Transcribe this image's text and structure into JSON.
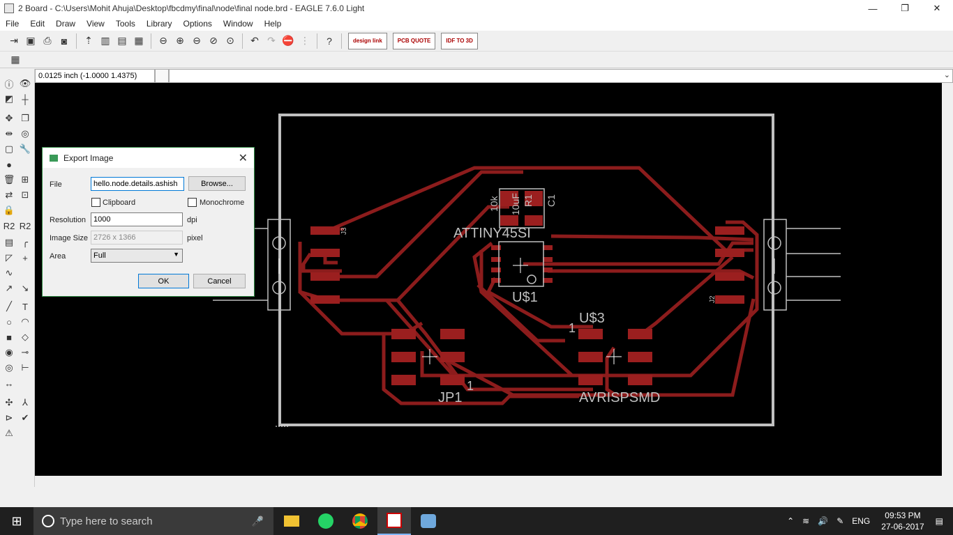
{
  "window": {
    "title": "2 Board - C:\\Users\\Mohit Ahuja\\Desktop\\fbcdmy\\final\\node\\final node.brd - EAGLE 7.6.0 Light",
    "minimize": "—",
    "restore": "❐",
    "close": "✕"
  },
  "menu": [
    "File",
    "Edit",
    "Draw",
    "View",
    "Tools",
    "Library",
    "Options",
    "Window",
    "Help"
  ],
  "toolbar": {
    "design_link": "design link",
    "pcb_quote": "PCB QUOTE",
    "idf_to_3d": "IDF TO 3D"
  },
  "command": {
    "coordinates": "0.0125 inch (-1.0000 1.4375)",
    "dropdown": "⌄"
  },
  "board": {
    "labels": {
      "attiny": "ATTINY45SI",
      "u1": "U$1",
      "u3": "U$3",
      "jp1": "JP1",
      "avrispsmd": "AVRISPSMD",
      "j3": "J3",
      "j2": "J2",
      "r_val": "10k",
      "c_val": "10uF",
      "r1": "R1",
      "c1": "C1",
      "pin1_u3": "1",
      "pin1_jp1": "1"
    },
    "colors": {
      "background": "#000000",
      "outline": "#c0c0c0",
      "trace": "#8c1c1c",
      "pad": "#9b1f1f"
    }
  },
  "dialog": {
    "title": "Export Image",
    "close": "✕",
    "file_label": "File",
    "file_value": "hello.node.details.ashish",
    "browse": "Browse...",
    "clipboard": "Clipboard",
    "clipboard_checked": false,
    "monochrome": "Monochrome",
    "monochrome_checked": false,
    "resolution_label": "Resolution",
    "resolution_value": "1000",
    "resolution_unit": "dpi",
    "image_size_label": "Image Size",
    "image_size_value": "2726 x 1366",
    "image_size_unit": "pixel",
    "area_label": "Area",
    "area_value": "Full",
    "ok": "OK",
    "cancel": "Cancel"
  },
  "taskbar": {
    "search_placeholder": "Type here to search",
    "language": "ENG",
    "time": "09:53 PM",
    "date": "27-06-2017"
  }
}
